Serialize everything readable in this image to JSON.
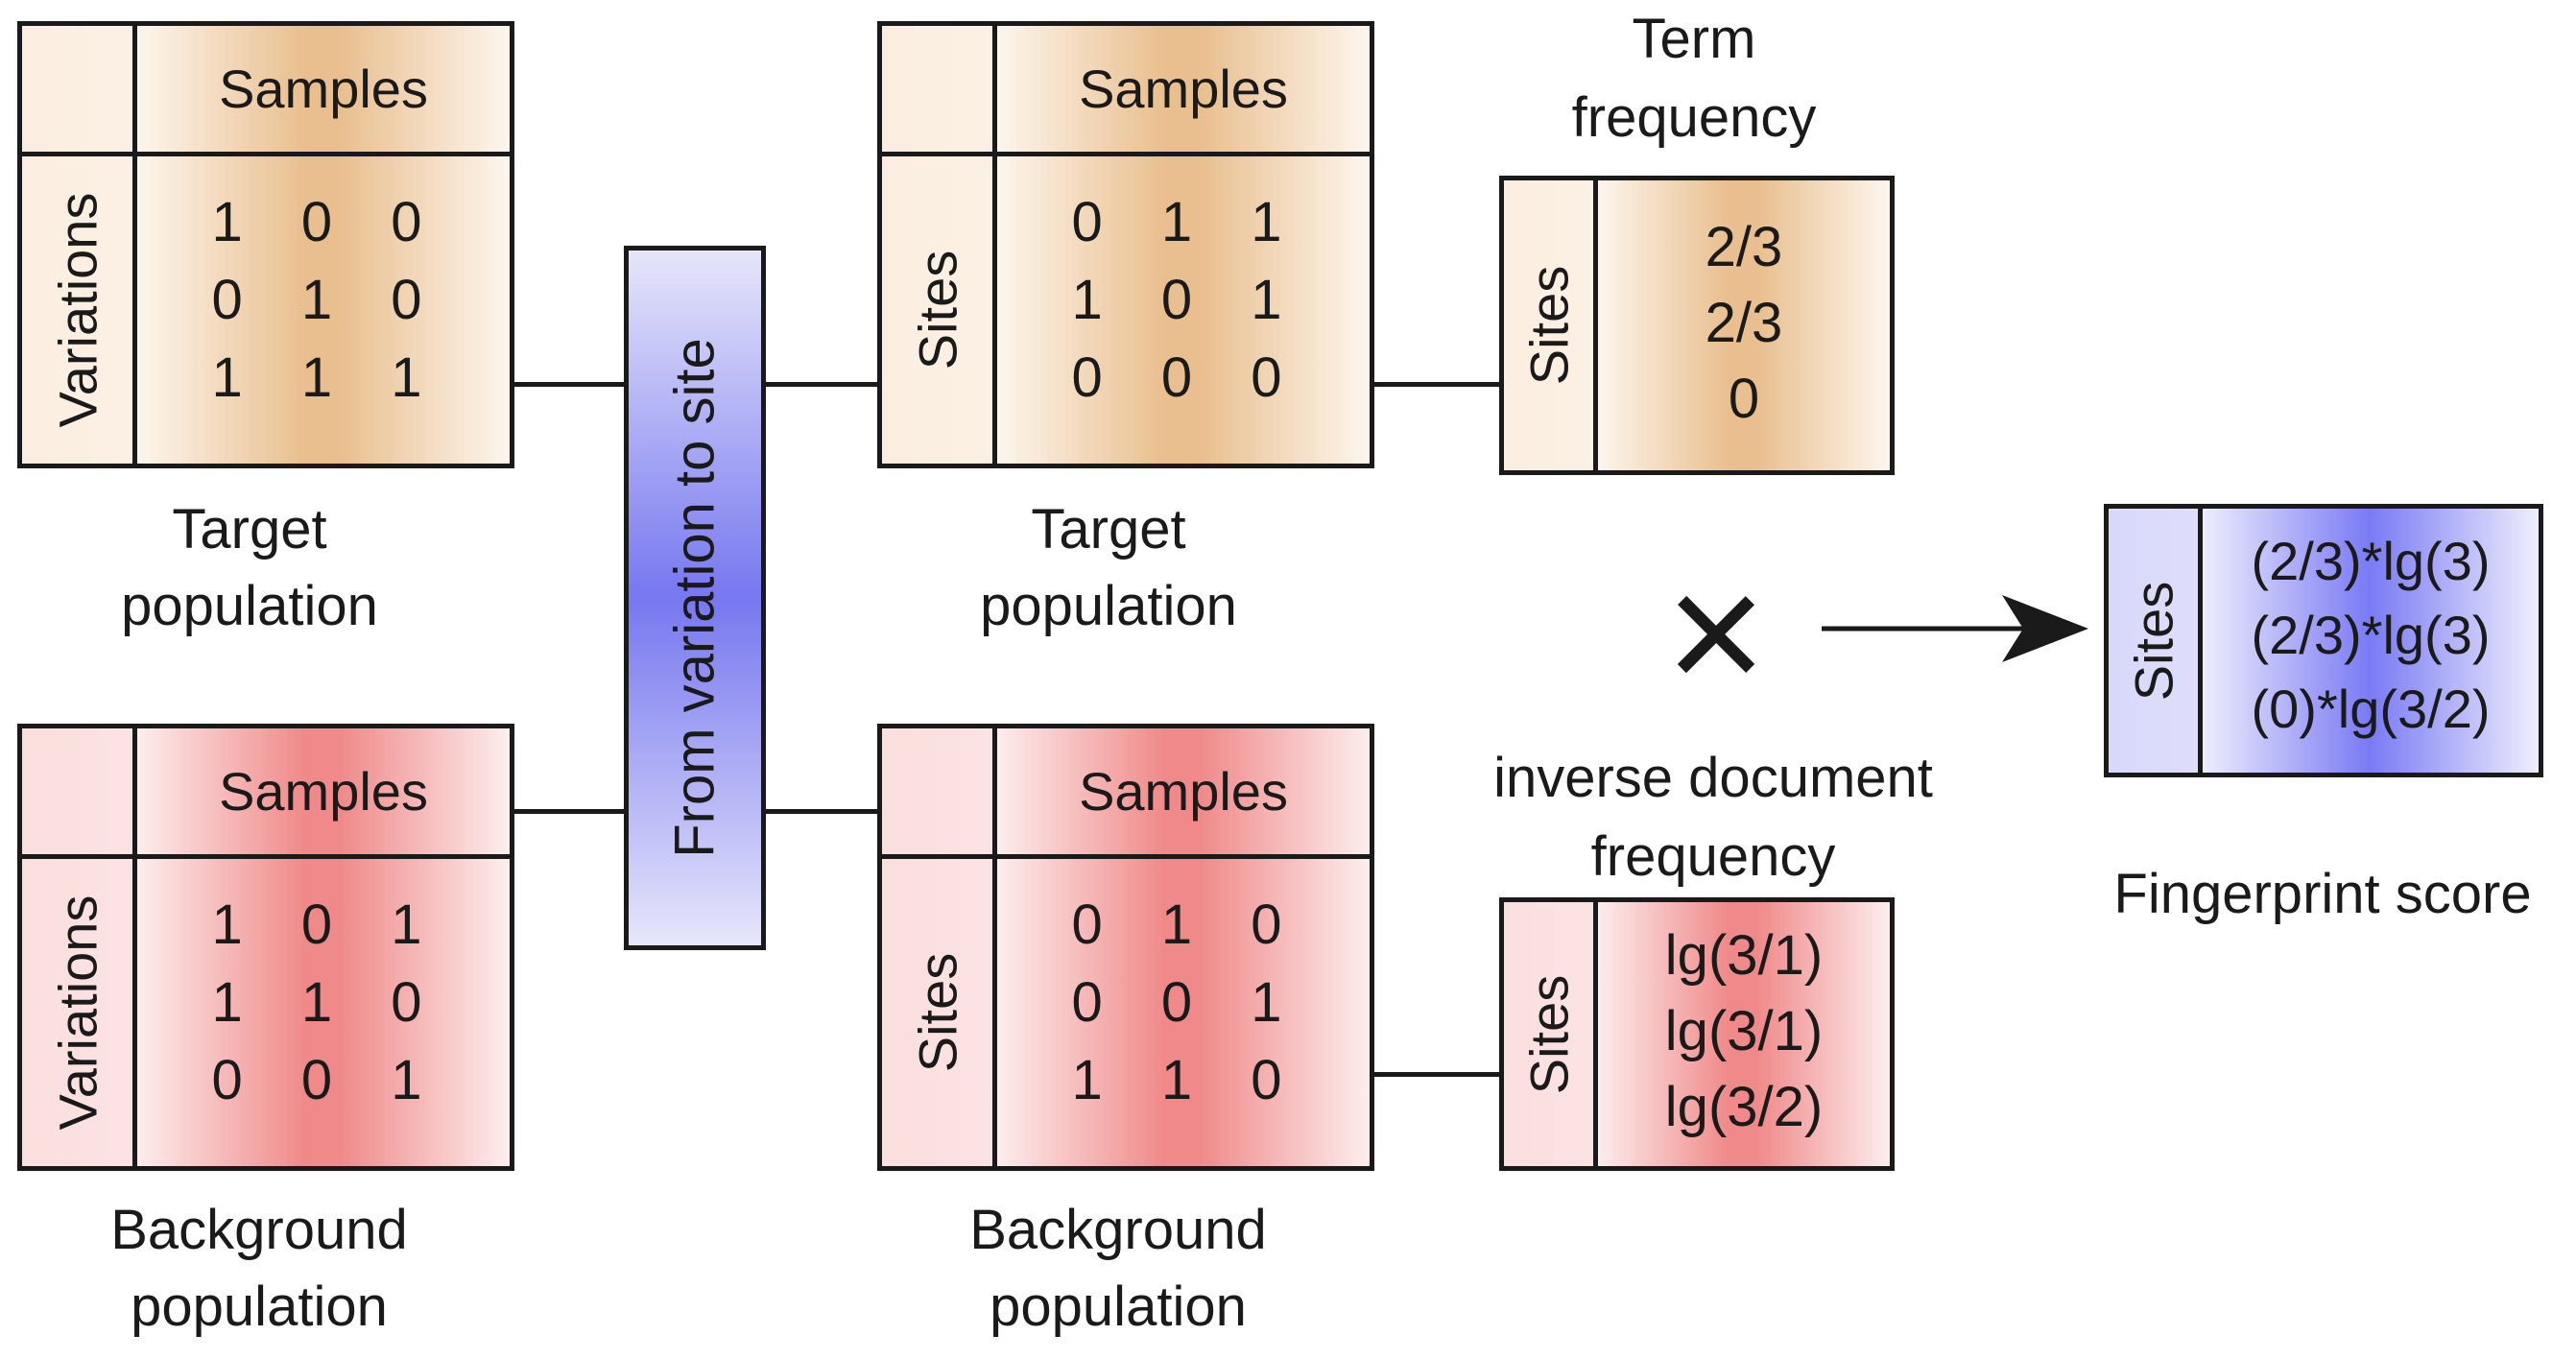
{
  "common": {
    "samples": "Samples",
    "variations": "Variations",
    "sites": "Sites"
  },
  "target_variation": {
    "matrix": [
      [
        "1",
        "0",
        "0"
      ],
      [
        "0",
        "1",
        "0"
      ],
      [
        "1",
        "1",
        "1"
      ]
    ],
    "label_line1": "Target",
    "label_line2": "population"
  },
  "background_variation": {
    "matrix": [
      [
        "1",
        "0",
        "1"
      ],
      [
        "1",
        "1",
        "0"
      ],
      [
        "0",
        "0",
        "1"
      ]
    ],
    "label_line1": "Background",
    "label_line2": "population"
  },
  "transform": {
    "label": "From variation to site"
  },
  "target_site": {
    "matrix": [
      [
        "0",
        "1",
        "1"
      ],
      [
        "1",
        "0",
        "1"
      ],
      [
        "0",
        "0",
        "0"
      ]
    ],
    "label_line1": "Target",
    "label_line2": "population"
  },
  "background_site": {
    "matrix": [
      [
        "0",
        "1",
        "0"
      ],
      [
        "0",
        "0",
        "1"
      ],
      [
        "1",
        "1",
        "0"
      ]
    ],
    "label_line1": "Background",
    "label_line2": "population"
  },
  "term_frequency": {
    "title_line1": "Term",
    "title_line2": "frequency",
    "values": [
      "2/3",
      "2/3",
      "0"
    ]
  },
  "idf": {
    "title_line1": "inverse document",
    "title_line2": "frequency",
    "values": [
      "lg(3/1)",
      "lg(3/1)",
      "lg(3/2)"
    ]
  },
  "multiply_symbol": "×",
  "fingerprint": {
    "values": [
      "(2/3)*lg(3)",
      "(2/3)*lg(3)",
      "(0)*lg(3/2)"
    ],
    "label": "Fingerprint score"
  },
  "colors": {
    "target": "#e9bf8f",
    "background": "#f08a8a",
    "result": "#7a7af5"
  }
}
